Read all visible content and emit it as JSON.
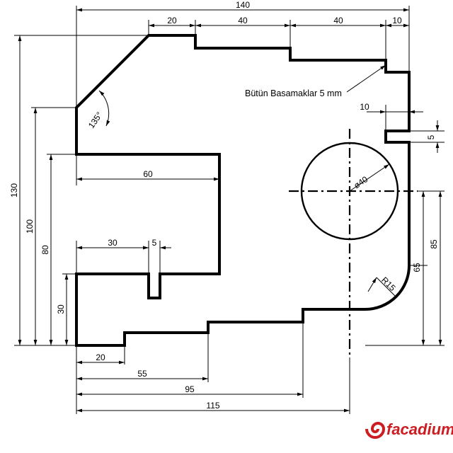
{
  "dimensions": {
    "top_total": "140",
    "top_step_1": "20",
    "top_step_2": "40",
    "top_step_3": "40",
    "top_step_4": "10",
    "right_notch_depth": "10",
    "right_notch_height": "5",
    "inner_width": "60",
    "slot_offset": "30",
    "slot_width": "5",
    "chamfer_angle": "135°",
    "hole_diameter": "ø40",
    "fillet_radius": "R15",
    "bottom_1": "20",
    "bottom_2": "55",
    "bottom_3": "95",
    "bottom_4": "115",
    "left_total": "130",
    "left_100": "100",
    "left_80": "80",
    "left_30": "30",
    "right_85": "85",
    "right_65": "65"
  },
  "annotation": {
    "steps_note": "Bütün Basamaklar 5 mm"
  },
  "logo": {
    "text": "facadium",
    "color": "#cc1d23"
  }
}
